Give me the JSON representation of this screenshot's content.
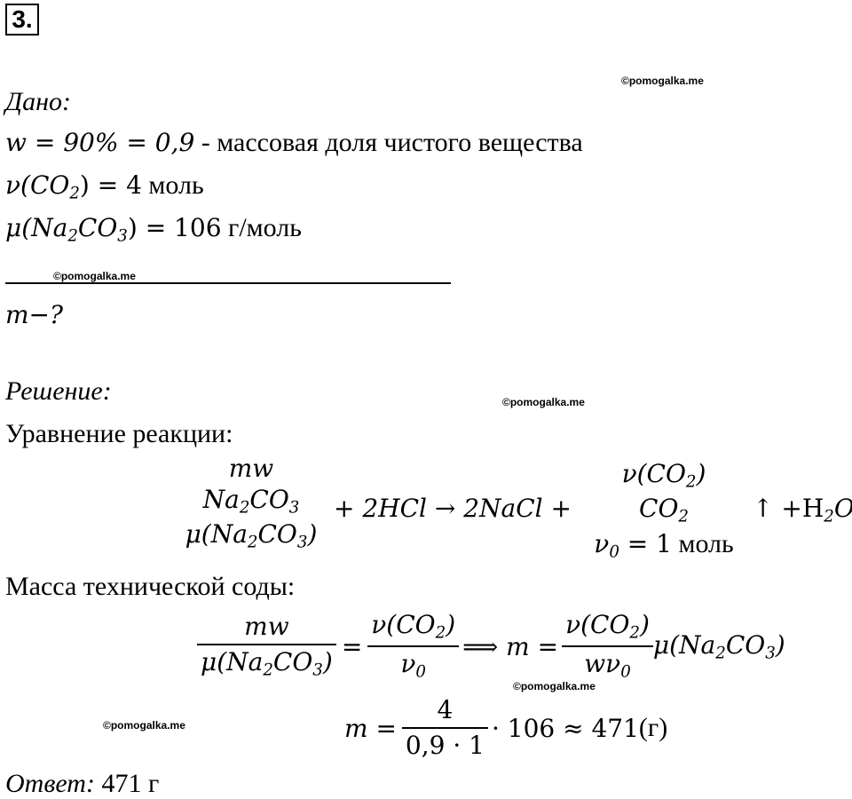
{
  "problem_number": "3.",
  "watermark": "©pomogalka.me",
  "given": {
    "label": "Дано:",
    "line1_math": "w = 90% = 0,9",
    "line1_text": " - массовая доля чистого вещества",
    "line2_lhs": "ν(CO",
    "line2_sub": "2",
    "line2_rhs": ") = 4",
    "line2_unit": " моль",
    "line3_lhs": "μ(Na",
    "line3_sub1": "2",
    "line3_mid": "CO",
    "line3_sub2": "3",
    "line3_rhs": ") = 106",
    "line3_unit": " г/моль",
    "find": "m−?"
  },
  "solution": {
    "label": "Решение:",
    "reaction_title": "Уравнение реакции:",
    "reaction": {
      "left_top": "mw",
      "left_mid_a": "Na",
      "left_mid_sub1": "2",
      "left_mid_b": "CO",
      "left_mid_sub2": "3",
      "left_bot_a": "μ(Na",
      "left_bot_sub1": "2",
      "left_bot_b": "CO",
      "left_bot_sub2": "3",
      "left_bot_c": ")",
      "middle": "+ 2HCl → 2NaCl +",
      "right_top_a": "ν(CO",
      "right_top_sub": "2",
      "right_top_b": ")",
      "right_mid_a": "CO",
      "right_mid_sub": "2",
      "right_bot_a": "ν",
      "right_bot_sub": "0",
      "right_bot_b": " = 1",
      "right_bot_unit": " моль",
      "tail_a": "↑ +H",
      "tail_sub": "2",
      "tail_b": "O"
    },
    "mass_title": "Масса технической соды:",
    "formula": {
      "f1_num": "mw",
      "f1_den_a": "μ(Na",
      "f1_den_sub1": "2",
      "f1_den_b": "CO",
      "f1_den_sub2": "3",
      "f1_den_c": ")",
      "eq": "=",
      "f2_num_a": "ν(CO",
      "f2_num_sub": "2",
      "f2_num_b": ")",
      "f2_den_a": "ν",
      "f2_den_sub": "0",
      "implies": "⟹ m =",
      "f3_num_a": "ν(CO",
      "f3_num_sub": "2",
      "f3_num_b": ")",
      "f3_den_a": "wν",
      "f3_den_sub": "0",
      "tail_a": "μ(Na",
      "tail_sub1": "2",
      "tail_b": "CO",
      "tail_sub2": "3",
      "tail_c": ")"
    },
    "calc": {
      "lhs": "m =",
      "num": "4",
      "den": "0,9 · 1",
      "rest": "· 106 ≈ 471",
      "unit": " (г)"
    }
  },
  "answer": {
    "label": "Ответ:",
    "value": " 471 г"
  }
}
